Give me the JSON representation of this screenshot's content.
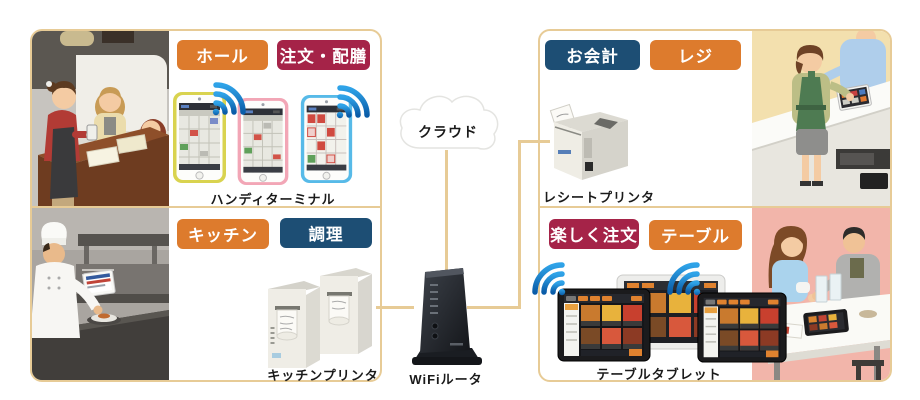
{
  "palette": {
    "border_line": "#E7CB96",
    "badge_orange": "#DD7B2D",
    "badge_crimson": "#A52348",
    "badge_navy": "#1D4E74",
    "wifi_blue": "#1283D6",
    "label_text": "#1A1A1A"
  },
  "center": {
    "cloud_label": "クラウド",
    "router_label": "WiFiルータ"
  },
  "hall_section": {
    "area_badge": "ホール",
    "role_badge": "注文・配膳",
    "device_label": "ハンディターミナル"
  },
  "kitchen_section": {
    "area_badge": "キッチン",
    "role_badge": "調理",
    "device_label": "キッチンプリンタ"
  },
  "register_section": {
    "role_badge": "お会計",
    "area_badge": "レジ",
    "device_label": "レシートプリンタ"
  },
  "table_section": {
    "role_badge": "楽しく注文",
    "area_badge": "テーブル",
    "device_label": "テーブルタブレット"
  }
}
